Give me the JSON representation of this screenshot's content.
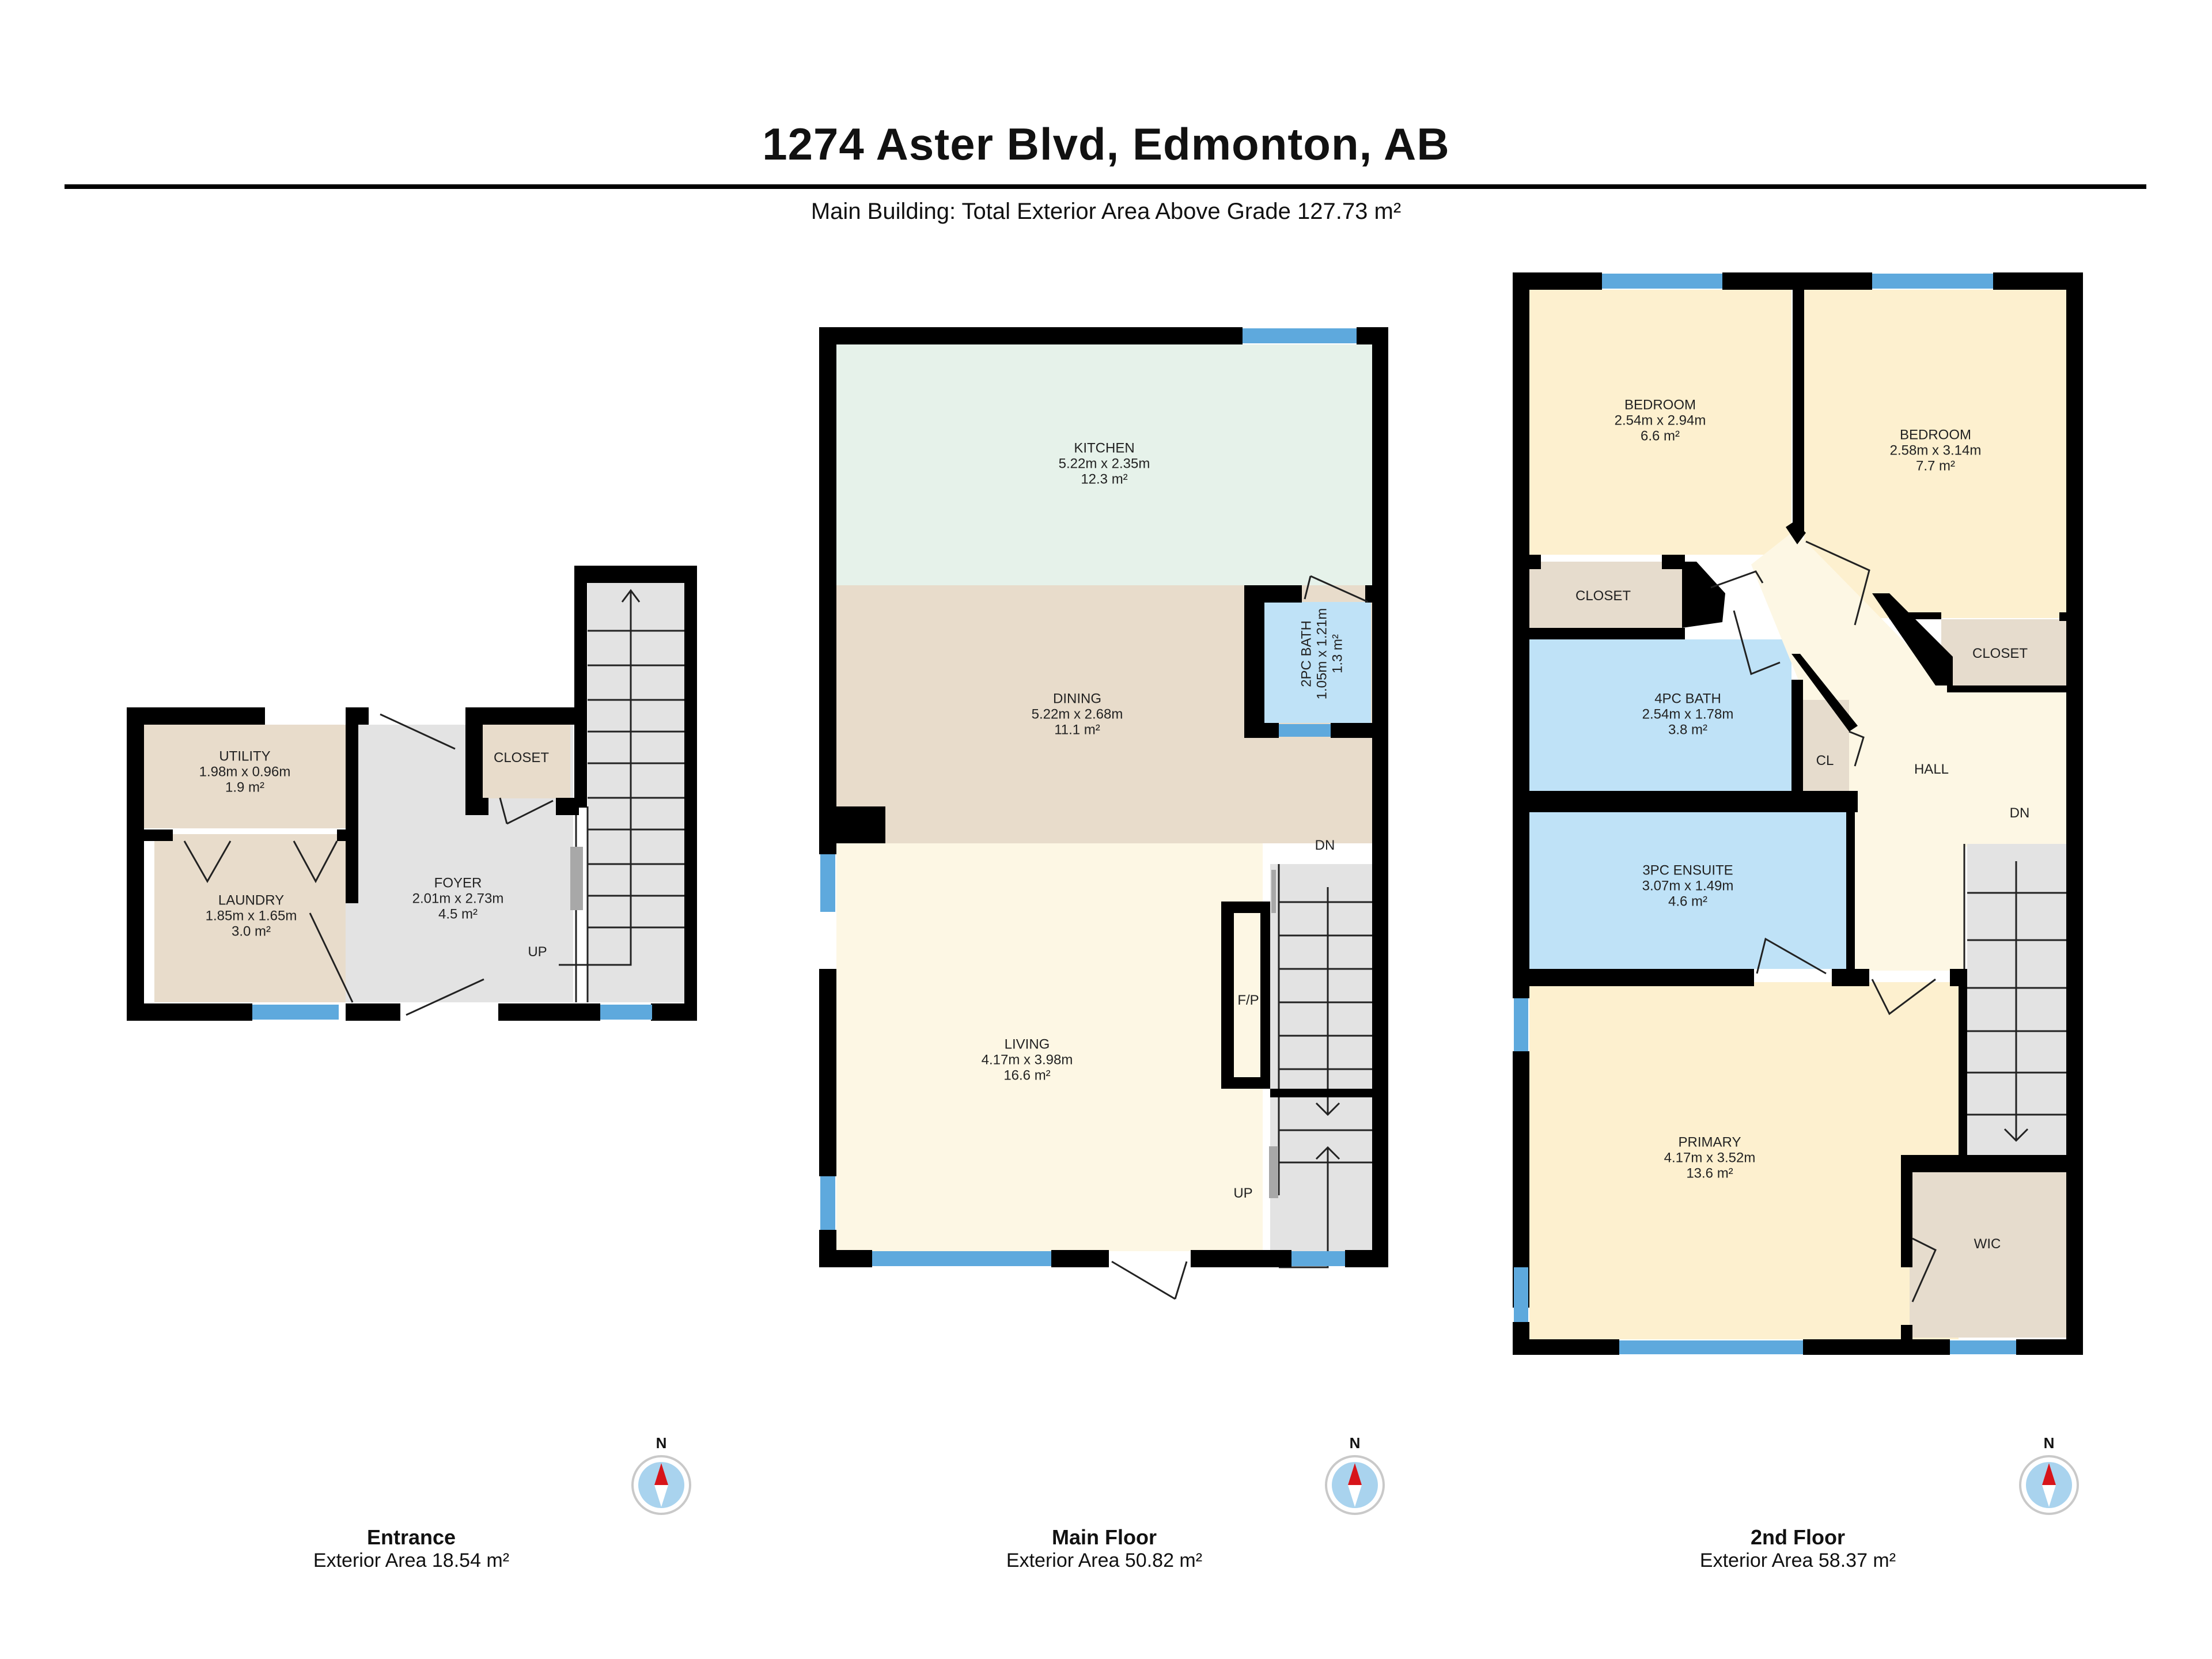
{
  "header": {
    "title": "1274 Aster Blvd, Edmonton, AB",
    "subtitle": "Main Building: Total Exterior Area Above Grade 127.73 m²"
  },
  "colors": {
    "wall": "#000000",
    "window": "#5ea9dd",
    "kitchen": "#e6f2ea",
    "dining": "#e8dccb",
    "living": "#fdf7e4",
    "bedroom": "#fdf0cf",
    "bath": "#bfe2f7",
    "closet": "#e6dccd",
    "hall": "#fdf7e4",
    "foyer": "#e3e3e3",
    "stairs": "#e3e3e3",
    "compass_ring": "#a9d3ee",
    "compass_needle": "#d7141a"
  },
  "floors": [
    {
      "name": "Entrance",
      "exterior_area": "Exterior Area 18.54 m²",
      "rooms": [
        {
          "name": "UTILITY",
          "dims": "1.98m x 0.96m",
          "area": "1.9 m²"
        },
        {
          "name": "LAUNDRY",
          "dims": "1.85m x 1.65m",
          "area": "3.0 m²"
        },
        {
          "name": "FOYER",
          "dims": "2.01m x 2.73m",
          "area": "4.5 m²"
        },
        {
          "name": "CLOSET"
        }
      ],
      "stair_labels": [
        "UP"
      ]
    },
    {
      "name": "Main Floor",
      "exterior_area": "Exterior Area 50.82 m²",
      "rooms": [
        {
          "name": "KITCHEN",
          "dims": "5.22m x 2.35m",
          "area": "12.3 m²"
        },
        {
          "name": "DINING",
          "dims": "5.22m x 2.68m",
          "area": "11.1 m²"
        },
        {
          "name": "2PC BATH",
          "dims": "1.05m x 1.21m",
          "area": "1.3 m²"
        },
        {
          "name": "LIVING",
          "dims": "4.17m x 3.98m",
          "area": "16.6 m²"
        },
        {
          "name": "F/P"
        }
      ],
      "stair_labels": [
        "DN",
        "UP"
      ]
    },
    {
      "name": "2nd Floor",
      "exterior_area": "Exterior Area 58.37 m²",
      "rooms": [
        {
          "name": "BEDROOM",
          "dims": "2.54m x 2.94m",
          "area": "6.6 m²"
        },
        {
          "name": "BEDROOM",
          "dims": "2.58m x 3.14m",
          "area": "7.7 m²"
        },
        {
          "name": "CLOSET"
        },
        {
          "name": "CLOSET"
        },
        {
          "name": "4PC BATH",
          "dims": "2.54m x 1.78m",
          "area": "3.8 m²"
        },
        {
          "name": "CL"
        },
        {
          "name": "HALL"
        },
        {
          "name": "3PC ENSUITE",
          "dims": "3.07m x 1.49m",
          "area": "4.6 m²"
        },
        {
          "name": "PRIMARY",
          "dims": "4.17m x 3.52m",
          "area": "13.6 m²"
        },
        {
          "name": "WIC"
        }
      ],
      "stair_labels": [
        "DN"
      ]
    }
  ],
  "compass": {
    "label": "N",
    "icon": "north-compass-icon"
  }
}
